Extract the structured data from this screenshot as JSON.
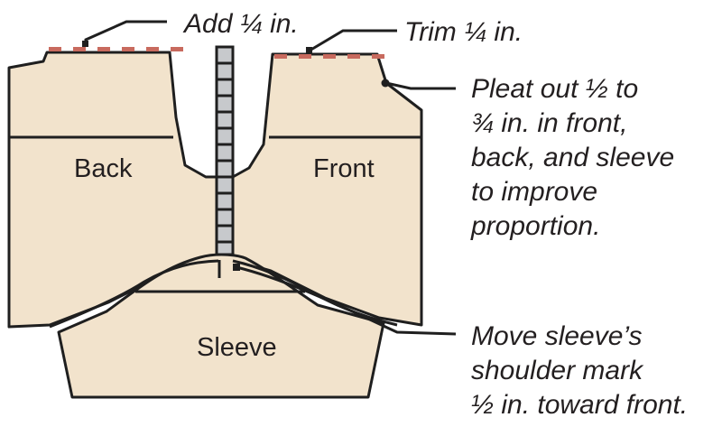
{
  "colors": {
    "pattern_fill": "#f2e3cc",
    "outline": "#1f1f1f",
    "tape_fill": "#c7c9cc",
    "mark_red": "#c86a5e",
    "text": "#231f20"
  },
  "pieces": {
    "back": "Back",
    "front": "Front",
    "sleeve": "Sleeve"
  },
  "notes": {
    "add": "Add ¼ in.",
    "trim": "Trim ¼ in.",
    "pleat": [
      "Pleat out ½ to",
      "¾ in. in front,",
      "back, and sleeve",
      "to improve",
      "proportion."
    ],
    "move": [
      "Move sleeve’s",
      "shoulder mark",
      "½ in. toward front."
    ]
  },
  "icons": {
    "tape": "ladder-tape-icon",
    "shoulder_mark": "shoulder-mark-icon"
  }
}
